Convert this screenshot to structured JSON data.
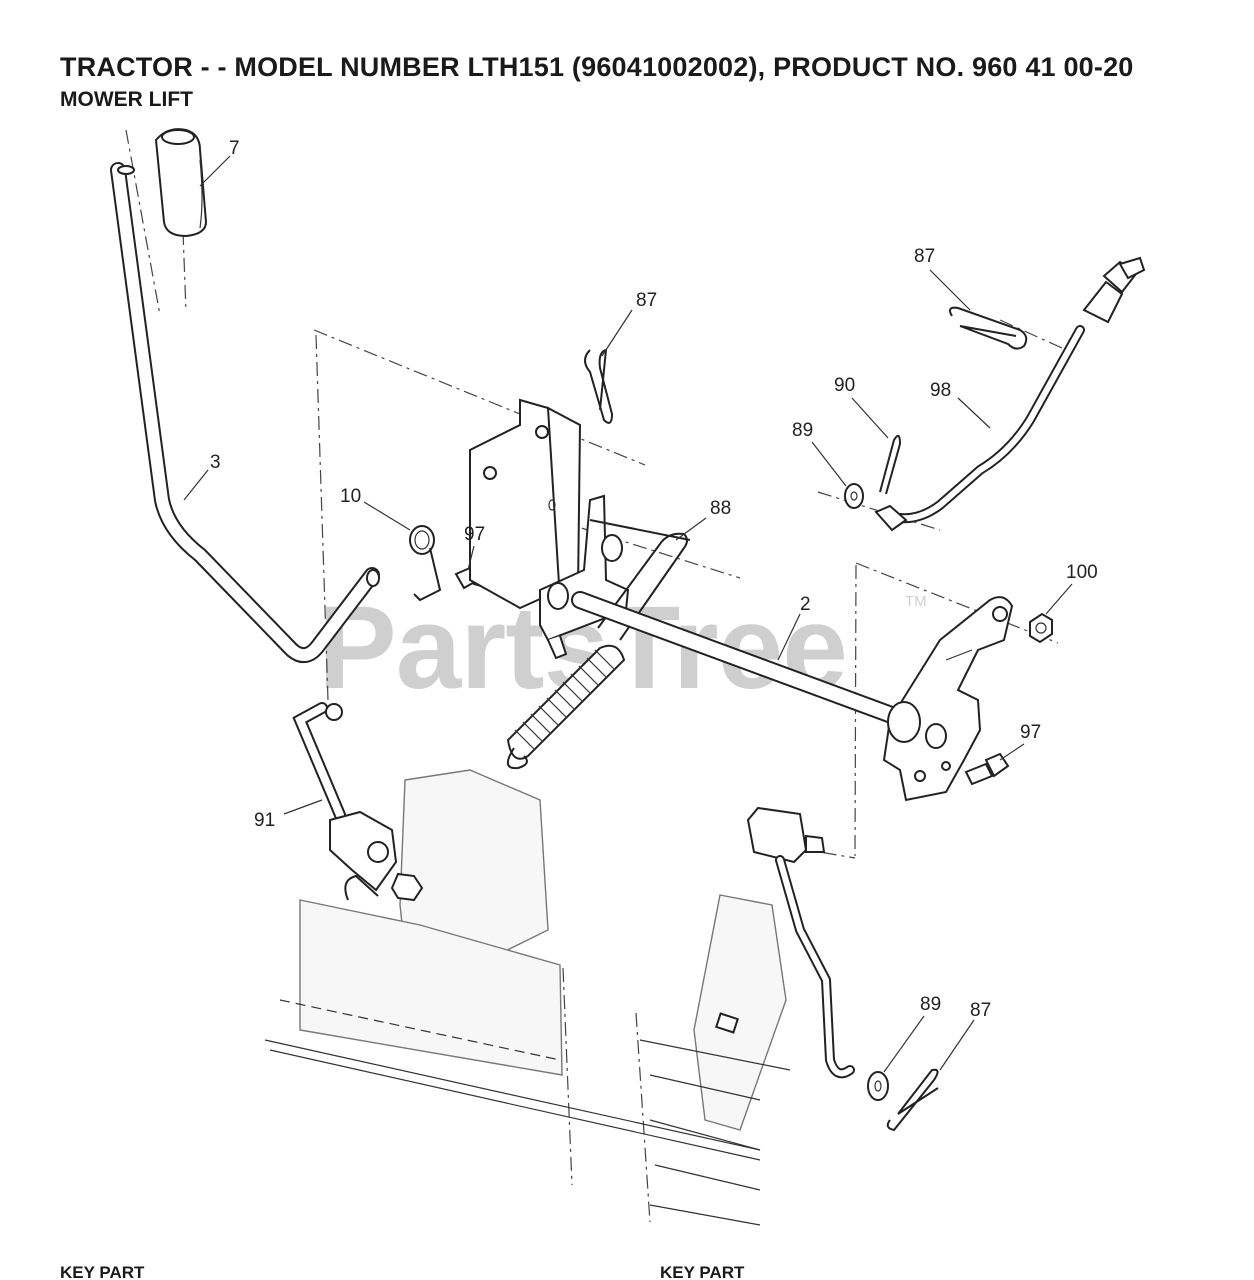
{
  "header": {
    "title": "TRACTOR - - MODEL NUMBER LTH151 (96041002002), PRODUCT NO. 960 41 00-20",
    "subtitle": "MOWER LIFT"
  },
  "watermark": {
    "text": "PartsTree",
    "trademark": "TM"
  },
  "callouts": [
    {
      "id": "c1",
      "label": "7"
    },
    {
      "id": "c2",
      "label": "87"
    },
    {
      "id": "c3",
      "label": "87"
    },
    {
      "id": "c4",
      "label": "90"
    },
    {
      "id": "c5",
      "label": "98"
    },
    {
      "id": "c6",
      "label": "89"
    },
    {
      "id": "c7",
      "label": "3"
    },
    {
      "id": "c8",
      "label": "10"
    },
    {
      "id": "c9",
      "label": "97"
    },
    {
      "id": "c10",
      "label": "88"
    },
    {
      "id": "c11",
      "label": "100"
    },
    {
      "id": "c12",
      "label": "2"
    },
    {
      "id": "c13",
      "label": "97"
    },
    {
      "id": "c14",
      "label": "91"
    },
    {
      "id": "c15",
      "label": "89"
    },
    {
      "id": "c16",
      "label": "87"
    }
  ],
  "footer": {
    "left_label": "KEY   PART",
    "right_label": "KEY   PART"
  }
}
